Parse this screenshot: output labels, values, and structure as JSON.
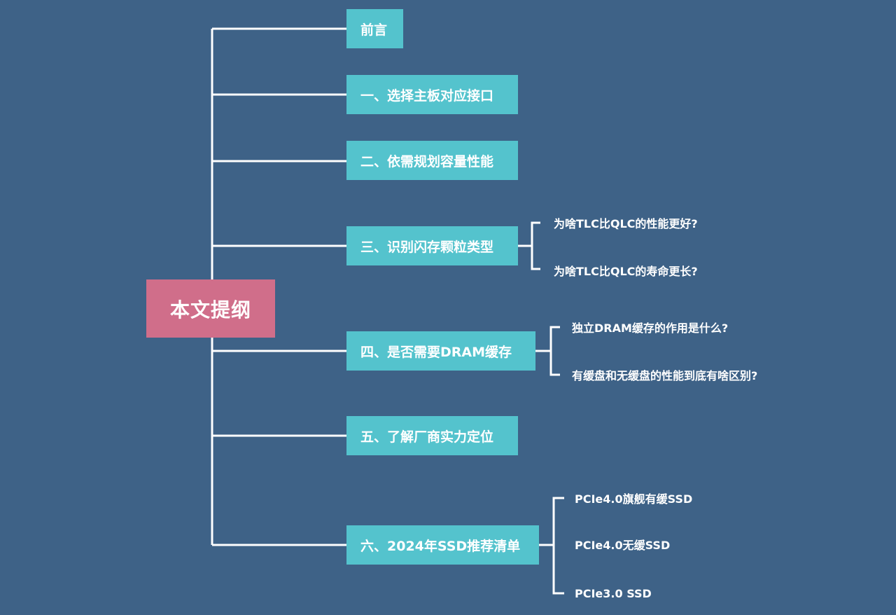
{
  "colors": {
    "background": "#3e6287",
    "root_fill": "#d06e8a",
    "branch_fill": "#54c3cd",
    "line": "#ffffff",
    "text": "#ffffff"
  },
  "root": {
    "label": "本文提纲"
  },
  "branches": [
    {
      "label": "前言",
      "children": []
    },
    {
      "label": "一、选择主板对应接口",
      "children": []
    },
    {
      "label": "二、依需规划容量性能",
      "children": []
    },
    {
      "label": "三、识别闪存颗粒类型",
      "children": [
        "为啥TLC比QLC的性能更好?",
        "为啥TLC比QLC的寿命更长?"
      ]
    },
    {
      "label": "四、是否需要DRAM缓存",
      "children": [
        "独立DRAM缓存的作用是什么?",
        "有缓盘和无缓盘的性能到底有啥区别?"
      ]
    },
    {
      "label": "五、了解厂商实力定位",
      "children": []
    },
    {
      "label": "六、2024年SSD推荐清单",
      "children": [
        "PCIe4.0旗舰有缓SSD",
        "PCIe4.0无缓SSD",
        "PCIe3.0 SSD"
      ]
    }
  ]
}
